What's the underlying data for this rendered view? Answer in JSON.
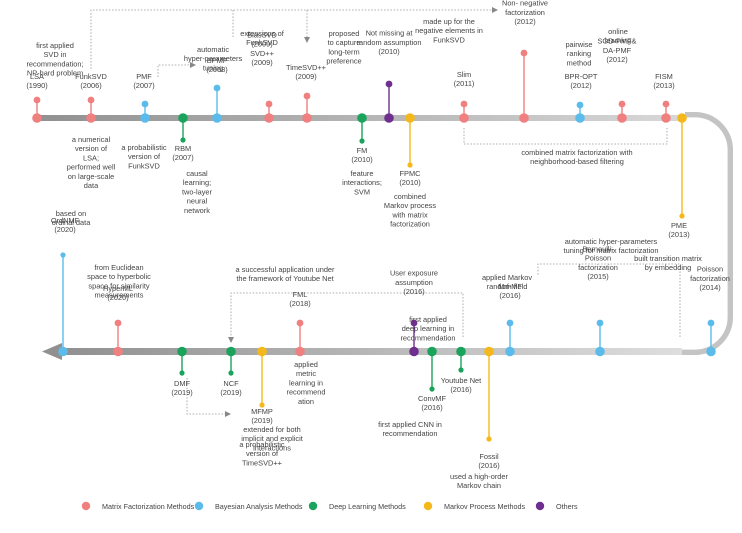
{
  "colors": {
    "matrix": "#f08080",
    "bayes": "#5bbcec",
    "deep": "#1aa35a",
    "markov": "#f5b81a",
    "others": "#6f2f8f",
    "timeline": "#a0a0a0",
    "text": "#555555"
  },
  "legend": [
    {
      "category": "matrix",
      "label": "Matrix Factorization Methods"
    },
    {
      "category": "bayes",
      "label": "Bayesian Analysis Methods"
    },
    {
      "category": "deep",
      "label": "Deep Learning Methods"
    },
    {
      "category": "markov",
      "label": "Markov Process Methods"
    },
    {
      "category": "others",
      "label": "Others"
    }
  ],
  "methods": [
    {
      "id": "lsa",
      "category": "matrix",
      "name": [
        "LSA",
        "(1990)"
      ],
      "desc": [
        "first applied",
        "SVD in",
        "recommendation;",
        "NP-hard problem"
      ]
    },
    {
      "id": "funksvd",
      "category": "matrix",
      "name": [
        "FunkSVD",
        "(2006)"
      ],
      "desc": [
        "a numerical",
        "version of",
        "LSA;",
        "performed well",
        "on large-scale",
        "data"
      ]
    },
    {
      "id": "pmf",
      "category": "bayes",
      "name": [
        "PMF",
        "(2007)"
      ],
      "desc": [
        "a probabilistic",
        "version of",
        "FunkSVD"
      ]
    },
    {
      "id": "rbm",
      "category": "deep",
      "name": [
        "RBM",
        "(2007)"
      ],
      "desc": [
        "causal",
        "learning;",
        "two-layer",
        "neural",
        "network"
      ]
    },
    {
      "id": "bpmf",
      "category": "bayes",
      "name": [
        "BPMF",
        "(2008)"
      ],
      "desc": [
        "automatic",
        "hyper-parameters",
        "tuning"
      ]
    },
    {
      "id": "biassvd",
      "category": "matrix",
      "name": [
        "BiasSVD",
        "(2009)",
        "SVD++",
        "(2009)"
      ],
      "desc": [
        "extensions of",
        "FunkSVD"
      ]
    },
    {
      "id": "timesvd",
      "category": "matrix",
      "name": [
        "TimeSVD++",
        "(2009)"
      ],
      "desc": [
        "proposed",
        "to capture",
        "long-term",
        "preference"
      ]
    },
    {
      "id": "fm",
      "category": "deep",
      "name": [
        "FM",
        "(2010)"
      ],
      "desc": [
        "feature",
        "interactions;",
        "SVM"
      ]
    },
    {
      "id": "notmissing",
      "category": "others",
      "name": [
        "Not missing at",
        "random assumption",
        "(2010)"
      ],
      "desc": []
    },
    {
      "id": "fpmc",
      "category": "markov",
      "name": [
        "FPMC",
        "(2010)"
      ],
      "desc": [
        "combined",
        "Markov process",
        "with matrix",
        "factorization"
      ]
    },
    {
      "id": "slim",
      "category": "matrix",
      "name": [
        "Slim",
        "(2011)"
      ],
      "desc": [
        "combined matrix factorization with",
        "neighborhood-based filtering"
      ]
    },
    {
      "id": "nnf",
      "category": "matrix",
      "name": [
        "Non- negative",
        "factorization",
        "(2012)"
      ],
      "desc": [
        "made up for the",
        "negative elements in",
        "FunkSVD"
      ]
    },
    {
      "id": "bpropt",
      "category": "bayes",
      "name": [
        "BPR-OPT",
        "(2012)"
      ],
      "desc": [
        "pairwise",
        "ranking",
        "method"
      ]
    },
    {
      "id": "sgdpmf",
      "category": "matrix",
      "name": [
        "SGD-PMF&",
        "DA-PMF",
        "(2012)"
      ],
      "desc": [
        "online",
        "learning"
      ]
    },
    {
      "id": "fism",
      "category": "matrix",
      "name": [
        "FISM",
        "(2013)"
      ],
      "desc": []
    },
    {
      "id": "pme",
      "category": "markov",
      "name": [
        "PME",
        "(2013)"
      ],
      "desc": [
        "built transition matrix",
        "by embedding"
      ]
    },
    {
      "id": "poisson",
      "category": "bayes",
      "name": [
        "Poisson",
        "factorization",
        "(2014)"
      ],
      "desc": []
    },
    {
      "id": "bpf",
      "category": "bayes",
      "name": [
        "Bernoulli-",
        "Poisson",
        "factorization",
        "(2015)"
      ],
      "desc": [
        "automatic hyper-parameters",
        "tuning for matrix factorization"
      ]
    },
    {
      "id": "mrfmf",
      "category": "bayes",
      "name": [
        "Mrf-MF",
        "(2016)"
      ],
      "desc": [
        "applied Markov",
        "random field"
      ]
    },
    {
      "id": "fossil",
      "category": "markov",
      "name": [
        "Fossil",
        "(2016)"
      ],
      "desc": [
        "used a high-order",
        "Markov chain"
      ]
    },
    {
      "id": "youtube",
      "category": "deep",
      "name": [
        "Youtube Net",
        "(2016)"
      ],
      "desc": [
        "first applied",
        "deep learning in",
        "recommendation"
      ]
    },
    {
      "id": "convmf",
      "category": "deep",
      "name": [
        "ConvMF",
        "(2016)"
      ],
      "desc": [
        "first applied CNN in",
        "recommendation"
      ]
    },
    {
      "id": "userexp",
      "category": "others",
      "name": [
        "User exposure",
        "assumption",
        "(2016)"
      ],
      "desc": []
    },
    {
      "id": "fml",
      "category": "matrix",
      "name": [
        "FML",
        "(2018)"
      ],
      "desc": [
        "applied",
        "metric",
        "learning in",
        "recommend",
        "ation"
      ]
    },
    {
      "id": "mfmp",
      "category": "markov",
      "name": [
        "MFMP",
        "(2019)"
      ],
      "desc": [
        "a probabilistic",
        "version of",
        "TimeSVD++"
      ]
    },
    {
      "id": "ncf",
      "category": "deep",
      "name": [
        "NCF",
        "(2019)"
      ],
      "desc": [
        "a successful application under",
        "the framework of Youtube Net"
      ]
    },
    {
      "id": "dmf",
      "category": "deep",
      "name": [
        "DMF",
        "(2019)"
      ],
      "desc": [
        "extended for both",
        "implicit and explicit",
        "interactions"
      ]
    },
    {
      "id": "hyperml",
      "category": "matrix",
      "name": [
        "HyperML",
        "(2020)"
      ],
      "desc": [
        "from Euclidean",
        "space to hyperbolic",
        "space for similarity",
        "measurements"
      ]
    },
    {
      "id": "ordnmf",
      "category": "bayes",
      "name": [
        "OrdNMF",
        "(2020)"
      ],
      "desc": [
        "based on",
        "ordinal data"
      ]
    }
  ]
}
